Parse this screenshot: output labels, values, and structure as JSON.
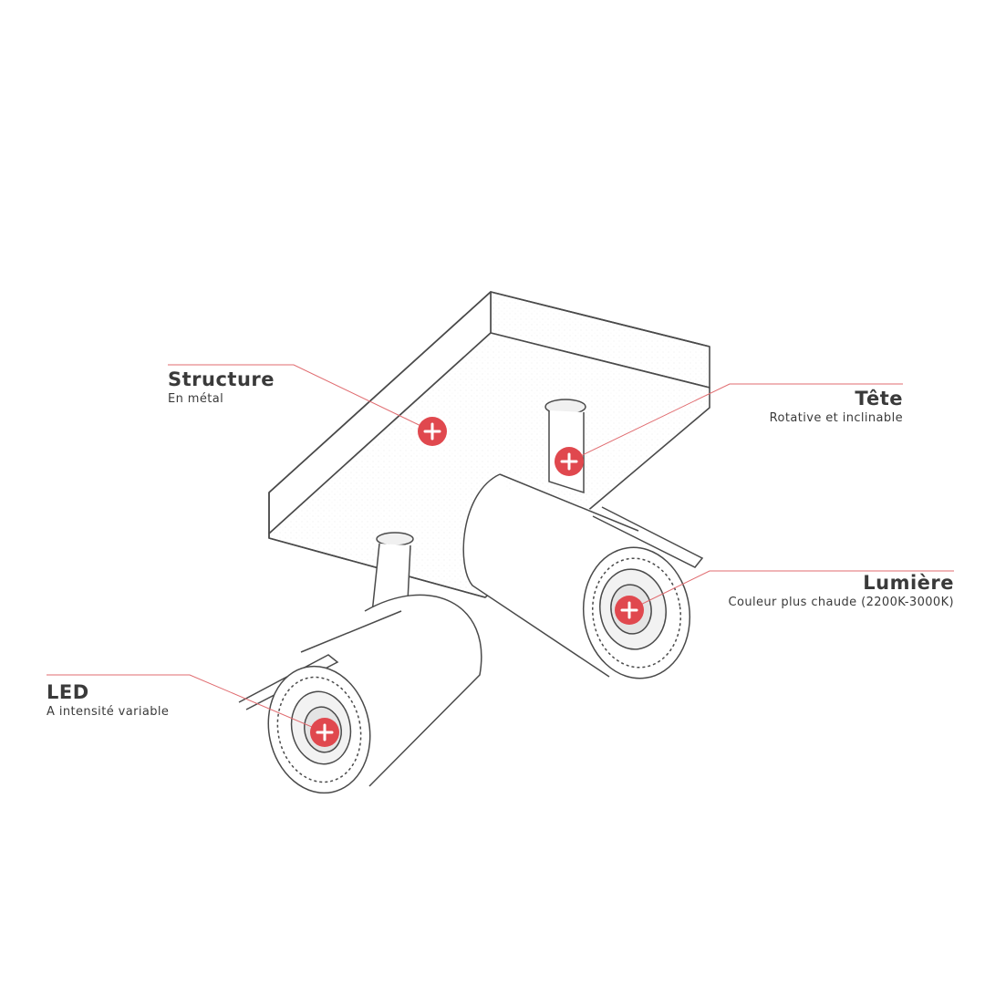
{
  "colors": {
    "accent": "#e0484e",
    "line": "#e06b6f",
    "sketch": "#4a4a4a",
    "text": "#3a3a3a"
  },
  "hotspot_icon": "plus-icon",
  "labels": {
    "structure": {
      "title": "Structure",
      "subtitle": "En métal"
    },
    "tete": {
      "title": "Tête",
      "subtitle": "Rotative et inclinable"
    },
    "lumiere": {
      "title": "Lumière",
      "subtitle": "Couleur plus chaude (2200K-3000K)"
    },
    "led": {
      "title": "LED",
      "subtitle": "A intensité variable"
    }
  }
}
